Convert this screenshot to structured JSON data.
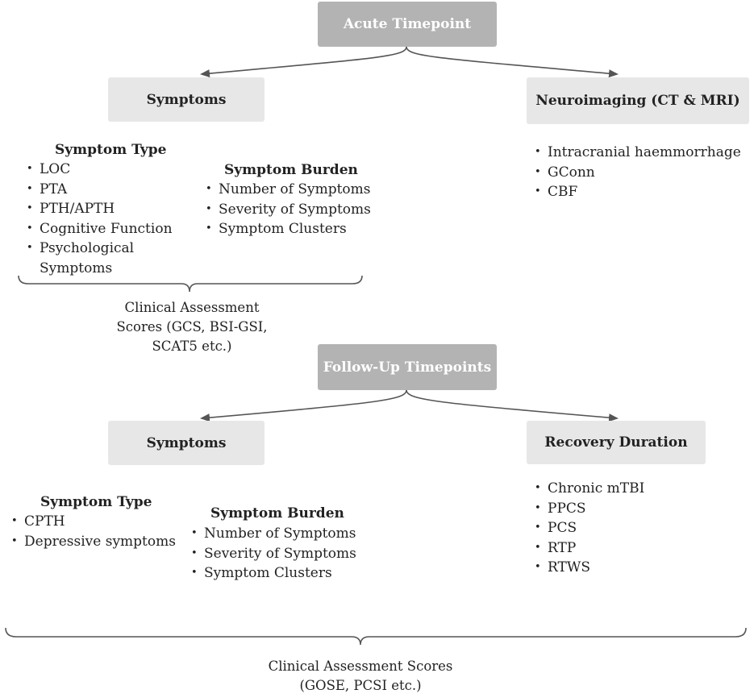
{
  "acute": {
    "title": "Acute Timepoint",
    "symptoms_box": "Symptoms",
    "neuro_box": "Neuroimaging (CT & MRI)",
    "symptom_type": {
      "heading": "Symptom Type",
      "items": [
        "LOC",
        "PTA",
        "PTH/APTH",
        "Cognitive Function",
        "Psychological",
        "Symptoms"
      ]
    },
    "symptom_burden": {
      "heading": "Symptom Burden",
      "items": [
        "Number of Symptoms",
        "Severity of Symptoms",
        "Symptom Clusters"
      ]
    },
    "neuro_items": [
      "Intracranial haemmorrhage",
      "GConn",
      "CBF"
    ],
    "clinical_scores": [
      "Clinical Assessment",
      "Scores (GCS, BSI-GSI,",
      "SCAT5 etc.)"
    ]
  },
  "followup": {
    "title": "Follow-Up Timepoints",
    "symptoms_box": "Symptoms",
    "recovery_box": "Recovery Duration",
    "symptom_type": {
      "heading": "Symptom Type",
      "items": [
        "CPTH",
        "Depressive symptoms"
      ]
    },
    "symptom_burden": {
      "heading": "Symptom Burden",
      "items": [
        "Number of Symptoms",
        "Severity of Symptoms",
        "Symptom Clusters"
      ]
    },
    "recovery_items": [
      "Chronic mTBI",
      "PPCS",
      "PCS",
      "RTP",
      "RTWS"
    ],
    "clinical_scores": [
      "Clinical Assessment Scores",
      "(GOSE, PCSI etc.)"
    ]
  },
  "colors": {
    "timepoint_box": "#b3b3b3",
    "category_box": "#e7e7e7",
    "connector": "#555555"
  }
}
